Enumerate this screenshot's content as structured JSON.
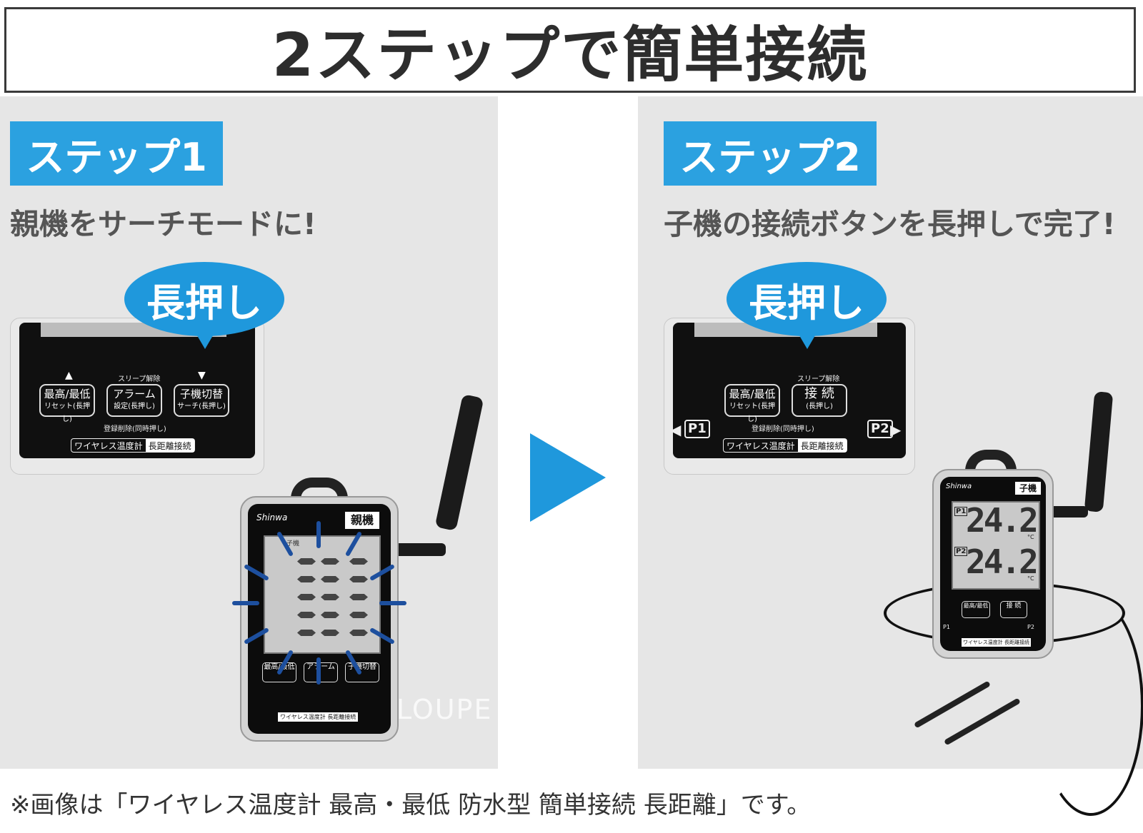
{
  "title": "2ステップで簡単接続",
  "step1": {
    "badge": "ステップ1",
    "desc": "親機をサーチモードに!",
    "bubble": "長押し",
    "sleep_label": "スリープ解除",
    "buttons": [
      {
        "main": "最高/最低",
        "sub": "リセット(長押し)"
      },
      {
        "main": "アラーム",
        "sub": "設定(長押し)"
      },
      {
        "main": "子機切替",
        "sub": "サーチ(長押し)"
      }
    ],
    "register_label": "登録削除(同時押し)",
    "plate_left": "ワイヤレス温度計",
    "plate_right": "長距離接続",
    "device_tag": "親機",
    "lcd_label": "子機"
  },
  "step2": {
    "badge": "ステップ2",
    "desc": "子機の接続ボタンを長押しで完了!",
    "bubble": "長押し",
    "sleep_label": "スリープ解除",
    "buttons": [
      {
        "main": "最高/最低",
        "sub": "リセット(長押し)"
      },
      {
        "main": "接 続",
        "sub": "(長押し)"
      }
    ],
    "p1": "P1",
    "p2": "P2",
    "register_label": "登録削除(同時押し)",
    "plate_left": "ワイヤレス温度計",
    "plate_right": "長距離接続",
    "device_tag": "子機",
    "readings": [
      {
        "channel": "P1",
        "value": "24.2",
        "unit": "°C"
      },
      {
        "channel": "P2",
        "value": "24.2",
        "unit": "°C"
      }
    ]
  },
  "watermark": "LOUPE STUDIO",
  "footnote": "※画像は「ワイヤレス温度計 最高・最低 防水型 簡単接続 長距離」です。",
  "colors": {
    "accent": "#2ba1e0",
    "arrow": "#1f98dc",
    "panel": "#e6e6e6",
    "rays": "#1d4f9e"
  }
}
